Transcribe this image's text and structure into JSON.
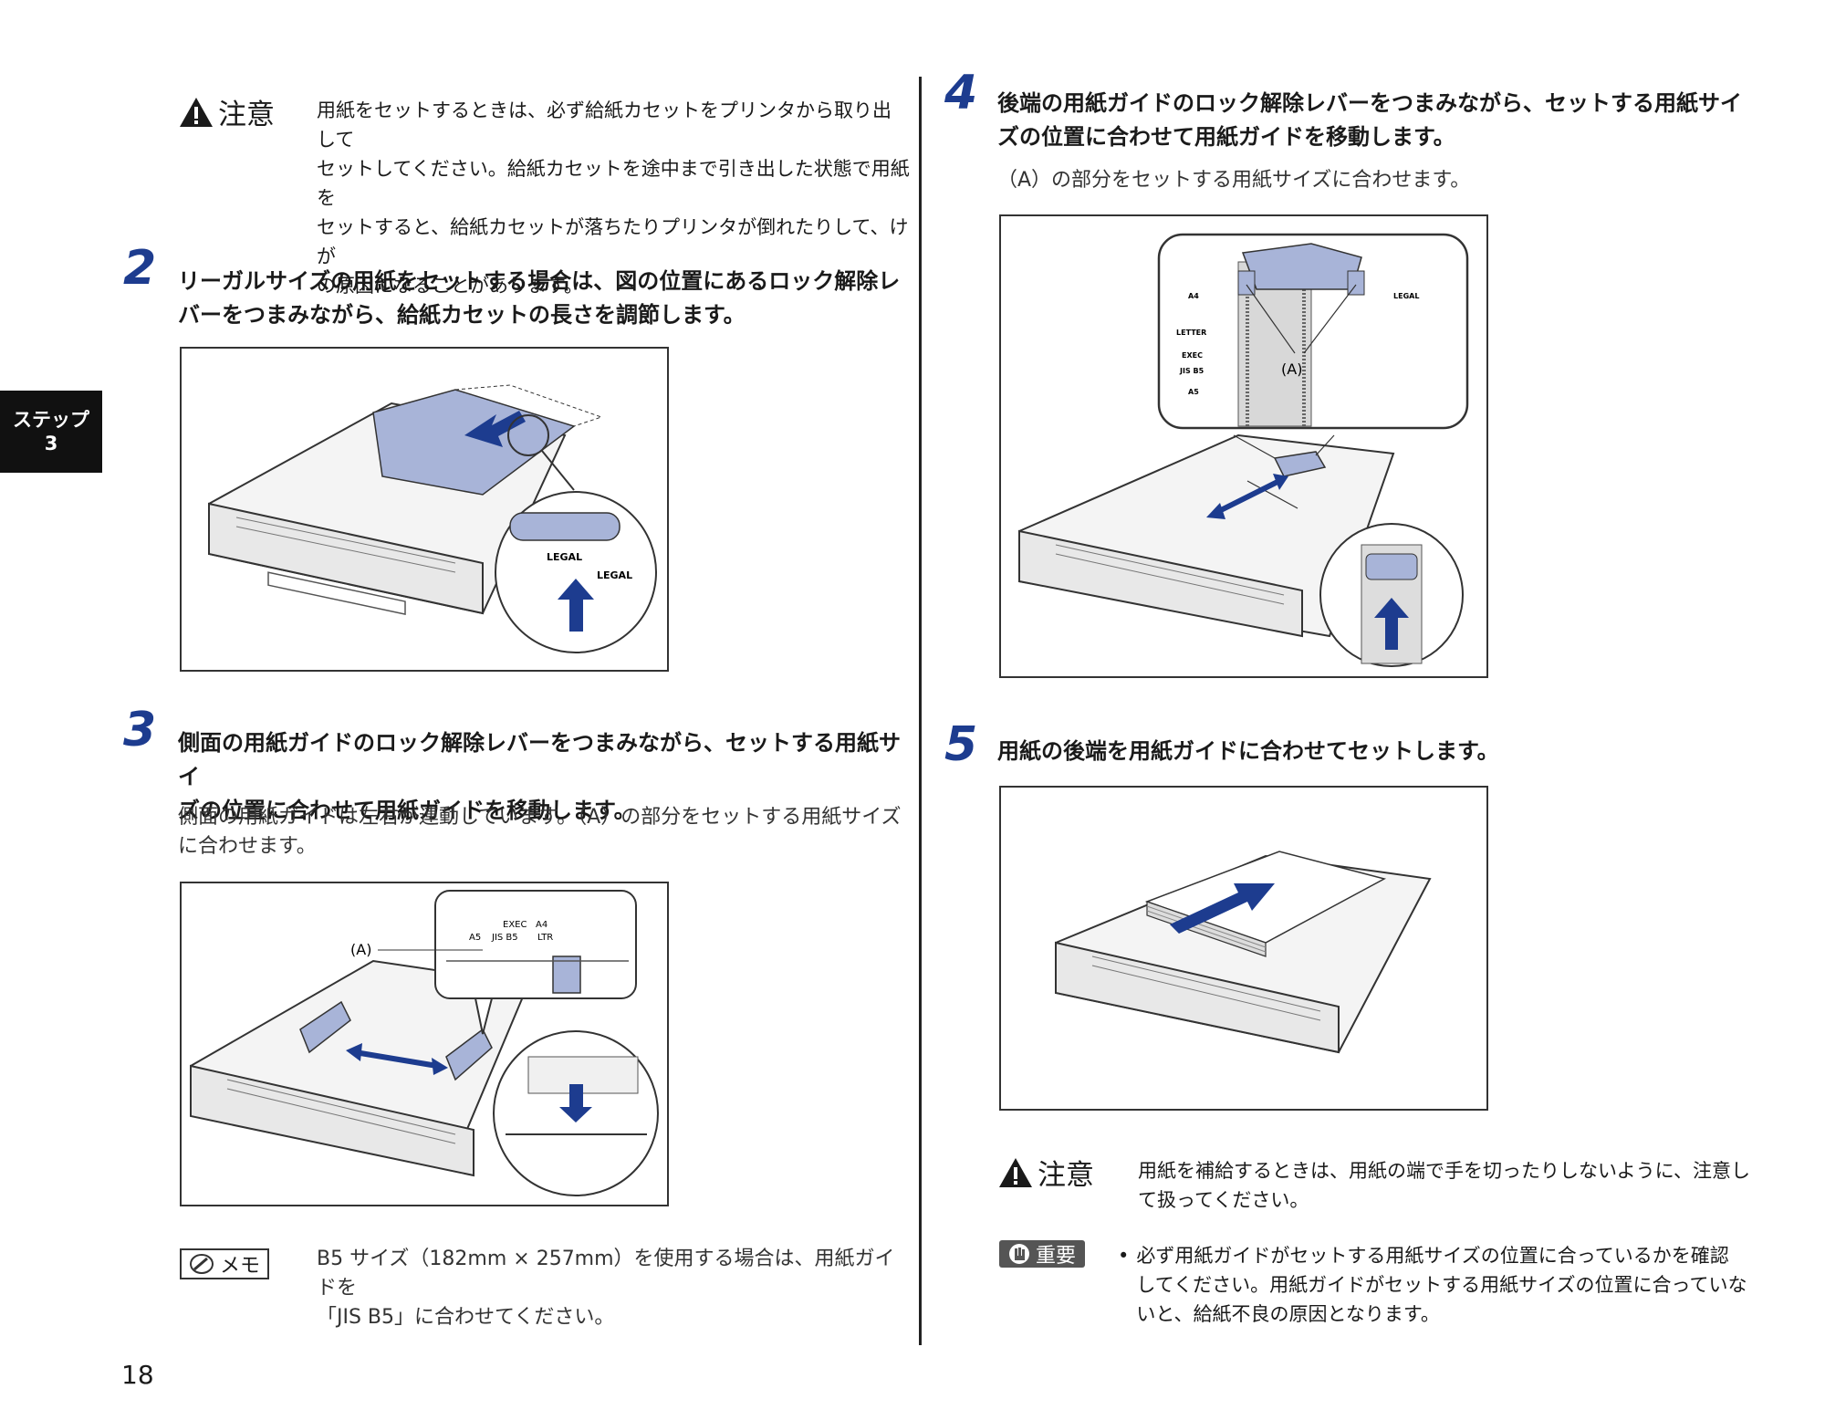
{
  "side_tab": {
    "line1": "ステップ",
    "line2": "3"
  },
  "page_number": "18",
  "caution1": {
    "label": "注意",
    "lines": [
      "用紙をセットするときは、必ず給紙カセットをプリンタから取り出して",
      "セットしてください。給紙カセットを途中まで引き出した状態で用紙を",
      "セットすると、給紙カセットが落ちたりプリンタが倒れたりして、けが",
      "の原因になることがあります。"
    ]
  },
  "step2": {
    "number": "2",
    "lines": [
      "リーガルサイズの用紙をセットする場合は、図の位置にあるロック解除レ",
      "バーをつまみながら、給紙カセットの長さを調節します。"
    ],
    "figure_labels": {
      "legal_a": "LEGAL",
      "legal_b": "LEGAL"
    }
  },
  "step3": {
    "number": "3",
    "lines": [
      "側面の用紙ガイドのロック解除レバーをつまみながら、セットする用紙サイ",
      "ズの位置に合わせて用紙ガイドを移動します。"
    ],
    "body": [
      "側面の用紙ガイドは左右が連動しています。（A）の部分をセットする用紙サイズ",
      "に合わせます。"
    ],
    "figure_labels": {
      "a": "(A)",
      "exec": "EXEC",
      "a4": "A4",
      "a5": "A5",
      "jisb5": "JIS B5",
      "ltr": "LTR"
    }
  },
  "memo": {
    "label": "メモ",
    "lines": [
      "B5 サイズ（182mm × 257mm）を使用する場合は、用紙ガイドを",
      "「JIS B5」に合わせてください。"
    ]
  },
  "step4": {
    "number": "4",
    "lines": [
      "後端の用紙ガイドのロック解除レバーをつまみながら、セットする用紙サイ",
      "ズの位置に合わせて用紙ガイドを移動します。"
    ],
    "body": [
      "（A）の部分をセットする用紙サイズに合わせます。"
    ],
    "figure_labels": {
      "a": "(A)",
      "a4": "A4",
      "letter": "LETTER",
      "exec": "EXEC",
      "jisb5": "JIS B5",
      "a5": "A5",
      "legal": "LEGAL"
    }
  },
  "step5": {
    "number": "5",
    "lines": [
      "用紙の後端を用紙ガイドに合わせてセットします。"
    ]
  },
  "caution2": {
    "label": "注意",
    "lines": [
      "用紙を補給するときは、用紙の端で手を切ったりしないように、注意し",
      "て扱ってください。"
    ]
  },
  "important": {
    "label": "重要",
    "bullet": "•",
    "lines": [
      "必ず用紙ガイドがセットする用紙サイズの位置に合っているかを確認",
      "してください。用紙ガイドがセットする用紙サイズの位置に合っていな",
      "いと、給紙不良の原因となります。"
    ]
  },
  "colors": {
    "accent": "#1d3c8f",
    "guide_fill": "#a8b4d8",
    "text": "#1a1a1a"
  }
}
